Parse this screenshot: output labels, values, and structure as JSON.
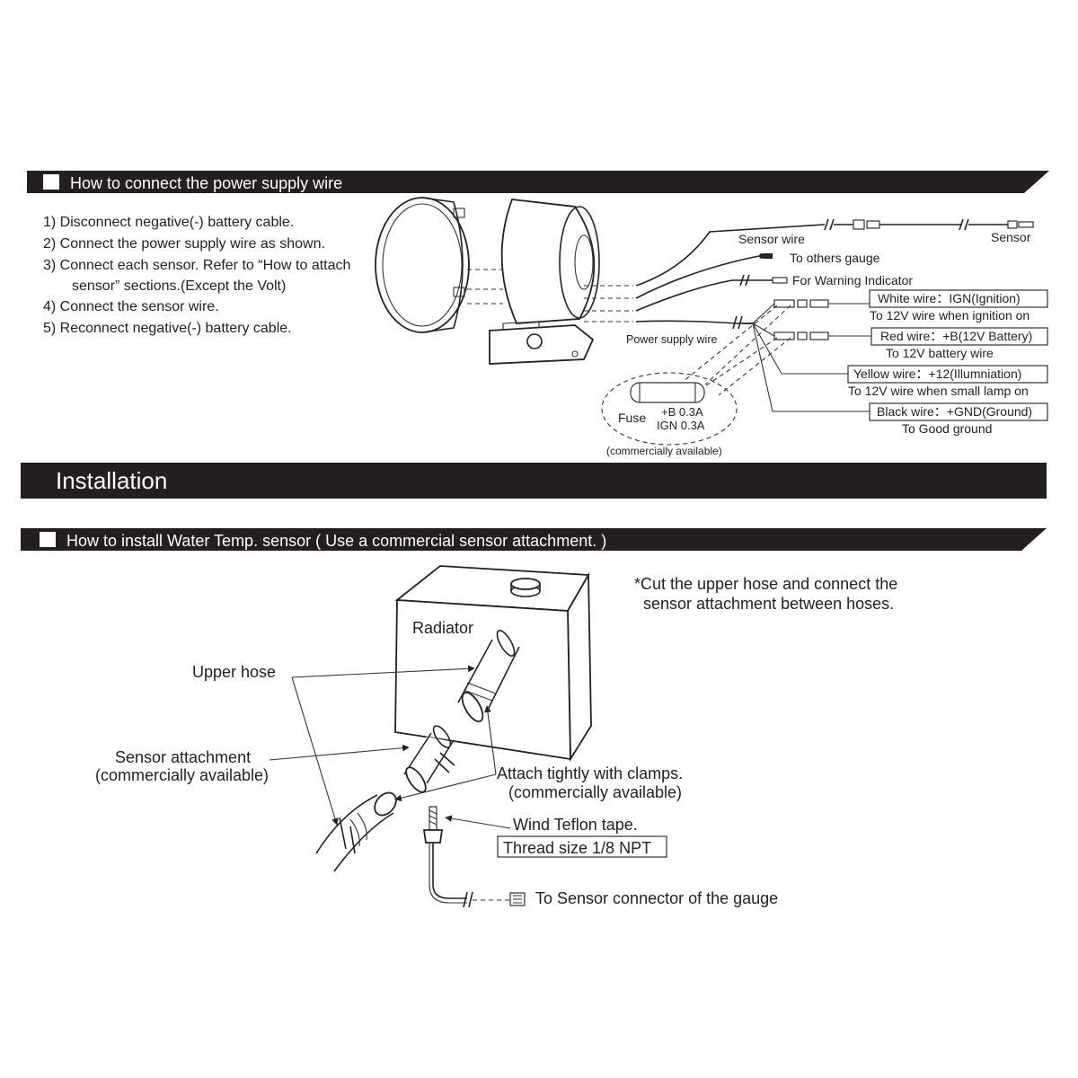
{
  "power_section": {
    "title": "How to connect the power supply wire",
    "steps": [
      "1) Disconnect negative(-) battery cable.",
      "2) Connect the power supply wire as shown.",
      "3) Connect each sensor. Refer to “How to attach",
      "sensor” sections.(Except the Volt)",
      "4) Connect the sensor wire.",
      "5) Reconnect negative(-) battery cable."
    ],
    "labels": {
      "sensor_wire": "Sensor wire",
      "sensor": "Sensor",
      "to_others_gauge": "To others gauge",
      "for_warning_indicator": "For Warning Indicator",
      "power_supply_wire": "Power supply wire"
    },
    "wires": [
      {
        "name": "White wire：IGN(Ignition)",
        "desc": "To 12V wire when ignition on"
      },
      {
        "name": "Red wire：+B(12V Battery)",
        "desc": "To 12V battery wire"
      },
      {
        "name": "Yellow wire：+12(Illumniation)",
        "desc": "To 12V wire when small lamp on"
      },
      {
        "name": "Black wire：+GND(Ground)",
        "desc": "To Good ground"
      }
    ],
    "fuse": {
      "label": "Fuse",
      "b_rating": "+B 0.3A",
      "ign_rating": "IGN 0.3A",
      "note": "(commercially available)"
    }
  },
  "installation": {
    "title": "Installation"
  },
  "water_section": {
    "title": "How to install Water Temp. sensor ( Use a commercial sensor attachment. )",
    "note_line1": "*Cut the upper hose and connect the",
    "note_line2": "sensor attachment between hoses.",
    "radiator": "Radiator",
    "upper_hose": "Upper hose",
    "sensor_attachment": "Sensor attachment",
    "sensor_attachment_note": "(commercially available)",
    "attach_clamps": "Attach tightly with clamps.",
    "attach_clamps_note": "(commercially available)",
    "wind_teflon": "Wind Teflon tape.",
    "thread_size": "Thread size 1/8 NPT",
    "to_sensor_connector": "To Sensor connector of the gauge"
  }
}
